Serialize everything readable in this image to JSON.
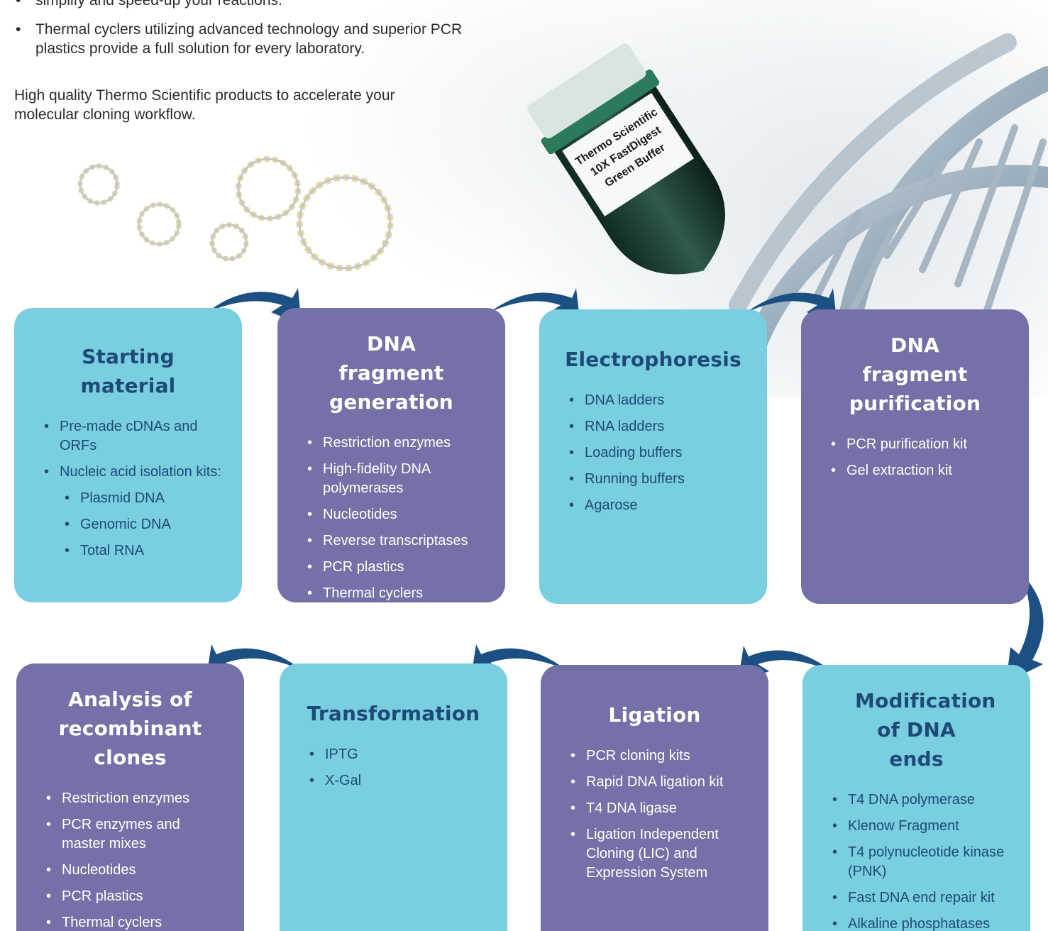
{
  "intro": {
    "bullets": [
      "simplify and speed-up your reactions.",
      "Thermal cyclers utilizing advanced technology and superior PCR plastics provide a full solution for every laboratory."
    ],
    "paragraph": "High quality Thermo Scientific products to accelerate your molecular cloning workflow."
  },
  "tube_label": {
    "line1": "Thermo Scientific",
    "line2": "10X FastDigest",
    "line3": "Green Buffer"
  },
  "colors": {
    "teal": "#79cfdf",
    "purple": "#7470a8",
    "arrow": "#1c4f82",
    "navy_text": "#1e4a78"
  },
  "cards": [
    {
      "title": "Starting material",
      "items": [
        {
          "text": "Pre-made cDNAs and ORFs"
        },
        {
          "text": "Nucleic acid isolation kits:"
        },
        {
          "text": "Plasmid DNA",
          "sub": true
        },
        {
          "text": "Genomic DNA",
          "sub": true
        },
        {
          "text": "Total RNA",
          "sub": true
        }
      ]
    },
    {
      "title": "DNA fragment generation",
      "items": [
        {
          "text": "Restriction enzymes"
        },
        {
          "text": "High-fidelity DNA polymerases"
        },
        {
          "text": "Nucleotides"
        },
        {
          "text": "Reverse transcriptases"
        },
        {
          "text": "PCR plastics"
        },
        {
          "text": "Thermal cyclers"
        }
      ]
    },
    {
      "title": "Electrophoresis",
      "items": [
        {
          "text": "DNA ladders"
        },
        {
          "text": "RNA ladders"
        },
        {
          "text": "Loading buffers"
        },
        {
          "text": "Running buffers"
        },
        {
          "text": "Agarose"
        }
      ]
    },
    {
      "title": "DNA fragment purification",
      "items": [
        {
          "text": "PCR purification kit"
        },
        {
          "text": "Gel extraction kit"
        }
      ]
    },
    {
      "title": "Analysis of recombinant clones",
      "items": [
        {
          "text": "Restriction enzymes"
        },
        {
          "text": "PCR enzymes and master mixes"
        },
        {
          "text": "Nucleotides"
        },
        {
          "text": "PCR plastics"
        },
        {
          "text": "Thermal cyclers"
        }
      ]
    },
    {
      "title": "Transformation",
      "items": [
        {
          "text": "IPTG"
        },
        {
          "text": "X-Gal"
        }
      ]
    },
    {
      "title": "Ligation",
      "items": [
        {
          "text": "PCR cloning kits"
        },
        {
          "text": "Rapid DNA ligation kit"
        },
        {
          "text": "T4 DNA ligase"
        },
        {
          "text": "Ligation Independent Cloning (LIC) and Expression System"
        }
      ]
    },
    {
      "title": "Modification of DNA ends",
      "items": [
        {
          "text": "T4 DNA polymerase"
        },
        {
          "text": "Klenow Fragment"
        },
        {
          "text": "T4 polynucleotide kinase (PNK)"
        },
        {
          "text": "Fast DNA end repair kit"
        },
        {
          "text": "Alkaline phosphatases"
        }
      ]
    }
  ]
}
